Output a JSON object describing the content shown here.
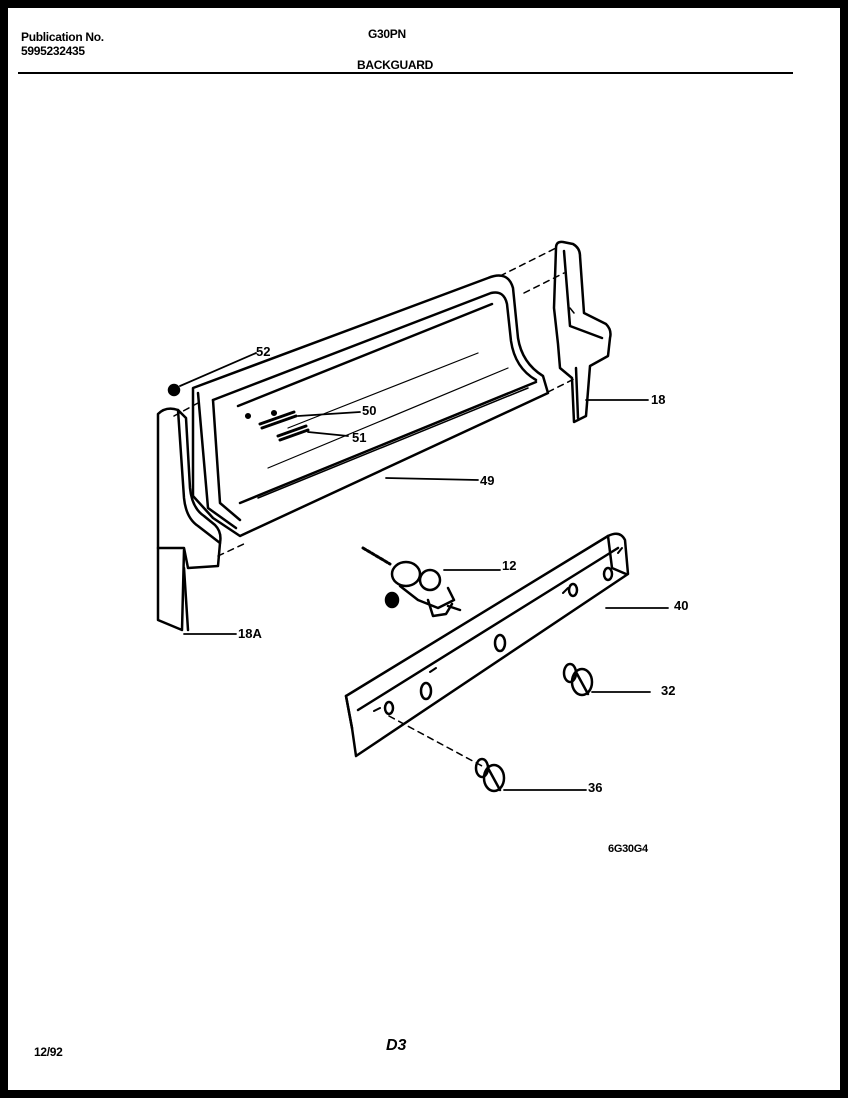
{
  "header": {
    "publication_label": "Publication No.",
    "publication_number": "5995232435",
    "model": "G30PN",
    "section_title": "BACKGUARD"
  },
  "callouts": {
    "p52": "52",
    "p50": "50",
    "p51": "51",
    "p49": "49",
    "p18": "18",
    "p18a": "18A",
    "p12": "12",
    "p40": "40",
    "p32": "32",
    "p36": "36"
  },
  "footer": {
    "drawing_code": "6G30G4",
    "date": "12/92",
    "page_code": "D3"
  }
}
